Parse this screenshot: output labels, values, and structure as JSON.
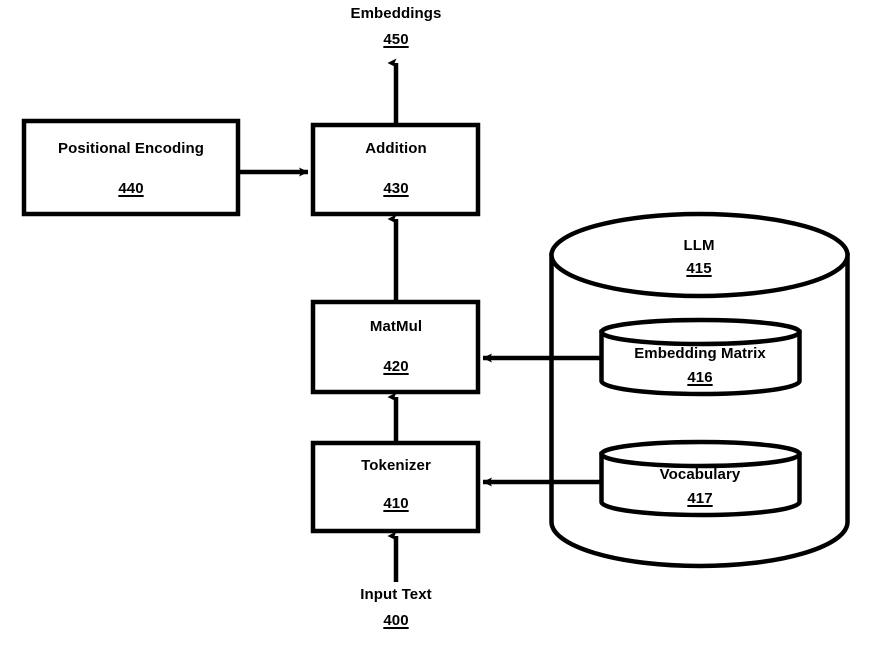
{
  "diagram": {
    "title": "LLM Embedding Pipeline Block Diagram",
    "stroke_color": "#000000",
    "fill_color": "#ffffff",
    "text_color": "#000000"
  },
  "nodes": {
    "embeddings_out": {
      "label": "Embeddings",
      "ref": "450",
      "shape": "text"
    },
    "positional_encoding": {
      "label": "Positional Encoding",
      "ref": "440",
      "shape": "rect"
    },
    "addition": {
      "label": "Addition",
      "ref": "430",
      "shape": "rect"
    },
    "matmul": {
      "label": "MatMul",
      "ref": "420",
      "shape": "rect"
    },
    "tokenizer": {
      "label": "Tokenizer",
      "ref": "410",
      "shape": "rect"
    },
    "input_text": {
      "label": "Input Text",
      "ref": "400",
      "shape": "text"
    },
    "llm": {
      "label": "LLM",
      "ref": "415",
      "shape": "cylinder"
    },
    "embedding_matrix": {
      "label": "Embedding Matrix",
      "ref": "416",
      "shape": "cylinder"
    },
    "vocabulary": {
      "label": "Vocabulary",
      "ref": "417",
      "shape": "cylinder"
    }
  },
  "edges": [
    {
      "id": "input-to-tokenizer",
      "from": "input_text",
      "to": "tokenizer",
      "direction": "up"
    },
    {
      "id": "tokenizer-to-matmul",
      "from": "tokenizer",
      "to": "matmul",
      "direction": "up"
    },
    {
      "id": "matmul-to-addition",
      "from": "matmul",
      "to": "addition",
      "direction": "up"
    },
    {
      "id": "addition-to-embeddings",
      "from": "addition",
      "to": "embeddings_out",
      "direction": "up"
    },
    {
      "id": "positional-to-addition",
      "from": "positional_encoding",
      "to": "addition",
      "direction": "right"
    },
    {
      "id": "embedding-matrix-to-matmul",
      "from": "embedding_matrix",
      "to": "matmul",
      "direction": "left"
    },
    {
      "id": "vocabulary-to-tokenizer",
      "from": "vocabulary",
      "to": "tokenizer",
      "direction": "left"
    }
  ]
}
